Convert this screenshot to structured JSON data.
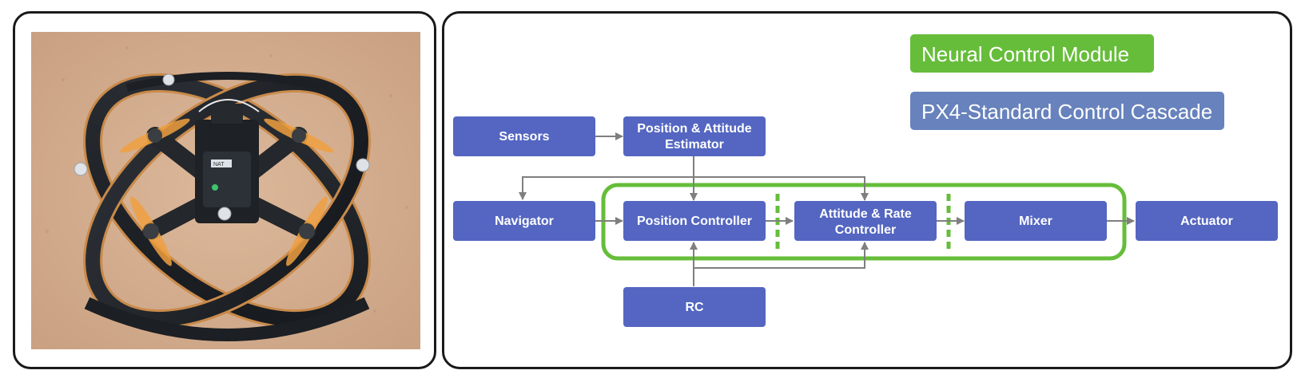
{
  "colors": {
    "block": "#5466c1",
    "legend_blue": "#6782bc",
    "neural_green": "#66bd3a",
    "arrow": "#7f7f7f",
    "frame": "#1a1a1a"
  },
  "photo": {
    "subject": "drone-with-crossed-rings-photo",
    "board_text": "NAT"
  },
  "legend": {
    "neural": "Neural Control Module",
    "standard": "PX4-Standard Control Cascade"
  },
  "blocks": {
    "sensors": [
      "Sensors"
    ],
    "estimator": [
      "Position & Attitude",
      "Estimator"
    ],
    "navigator": [
      "Navigator"
    ],
    "position_controller": [
      "Position Controller"
    ],
    "attitude_rate": [
      "Attitude & Rate",
      "Controller"
    ],
    "mixer": [
      "Mixer"
    ],
    "actuator": [
      "Actuator"
    ],
    "rc": [
      "RC"
    ]
  }
}
